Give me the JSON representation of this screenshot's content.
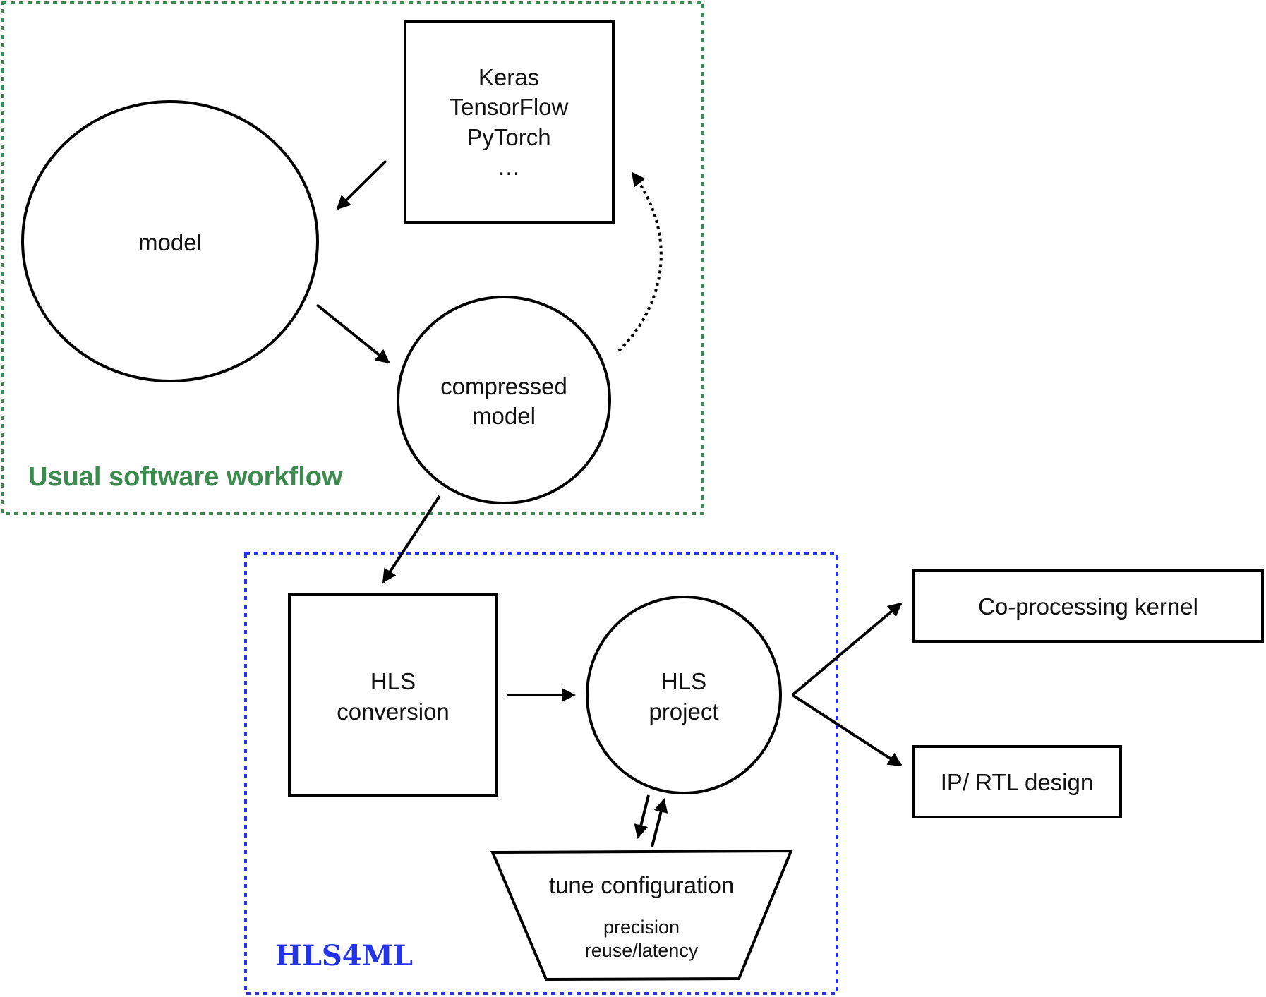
{
  "regions": {
    "software": {
      "label": "Usual software workflow",
      "color": "#3b8a4e"
    },
    "hls4ml": {
      "label": "HLS4ML",
      "color": "#2233e8"
    }
  },
  "nodes": {
    "frameworks": {
      "lines": [
        "Keras",
        "TensorFlow",
        "PyTorch",
        "…"
      ]
    },
    "model": {
      "label": "model"
    },
    "compressed": {
      "lines": [
        "compressed",
        "model"
      ]
    },
    "hls_conversion": {
      "lines": [
        "HLS",
        "conversion"
      ]
    },
    "hls_project": {
      "lines": [
        "HLS",
        "project"
      ]
    },
    "tune": {
      "title": "tune configuration",
      "lines": [
        "precision",
        "reuse/latency"
      ]
    },
    "coprocessing": {
      "label": "Co-processing kernel"
    },
    "ip_rtl": {
      "label": "IP/ RTL design"
    }
  }
}
